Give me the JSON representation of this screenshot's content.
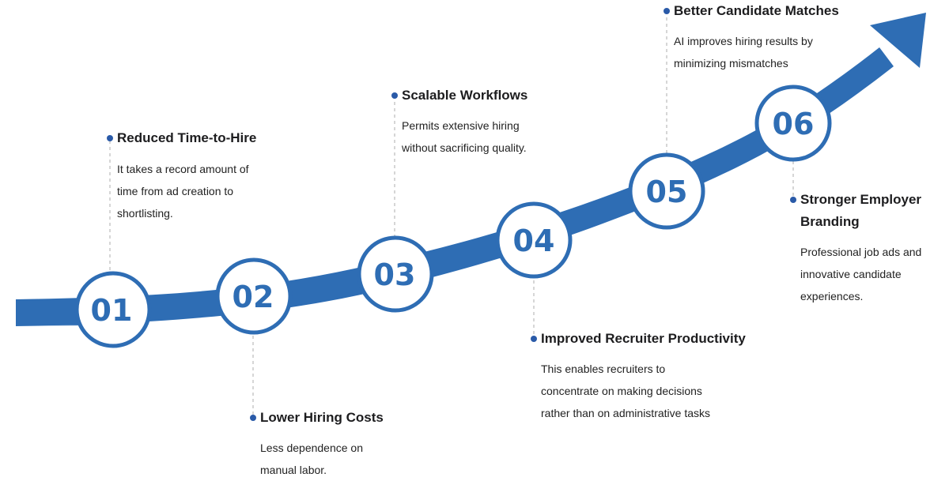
{
  "colors": {
    "arrow": "#2e6db4",
    "circle_fill": "#ffffff",
    "number": "#2e6db4",
    "bullet": "#2a5aa8",
    "leader_line": "#c8c8c8",
    "title_text": "#1d1d1f",
    "desc_text": "#222222"
  },
  "steps": [
    {
      "number": "01",
      "title": "Reduced Time-to-Hire",
      "description": [
        "It takes a record amount of",
        "time from ad creation to",
        "shortlisting."
      ]
    },
    {
      "number": "02",
      "title": "Lower Hiring Costs",
      "description": [
        "Less dependence on",
        "manual labor."
      ]
    },
    {
      "number": "03",
      "title": "Scalable Workflows",
      "description": [
        "Permits extensive hiring",
        "without sacrificing quality."
      ]
    },
    {
      "number": "04",
      "title": "Improved Recruiter Productivity",
      "description": [
        "This enables recruiters to",
        "concentrate on making decisions",
        "rather than on administrative tasks"
      ]
    },
    {
      "number": "05",
      "title": "Better Candidate Matches",
      "description": [
        "AI improves hiring results by",
        "minimizing mismatches"
      ]
    },
    {
      "number": "06",
      "title": [
        "Stronger Employer",
        "Branding"
      ],
      "description": [
        "Professional job ads and",
        "innovative candidate",
        "experiences."
      ]
    }
  ]
}
